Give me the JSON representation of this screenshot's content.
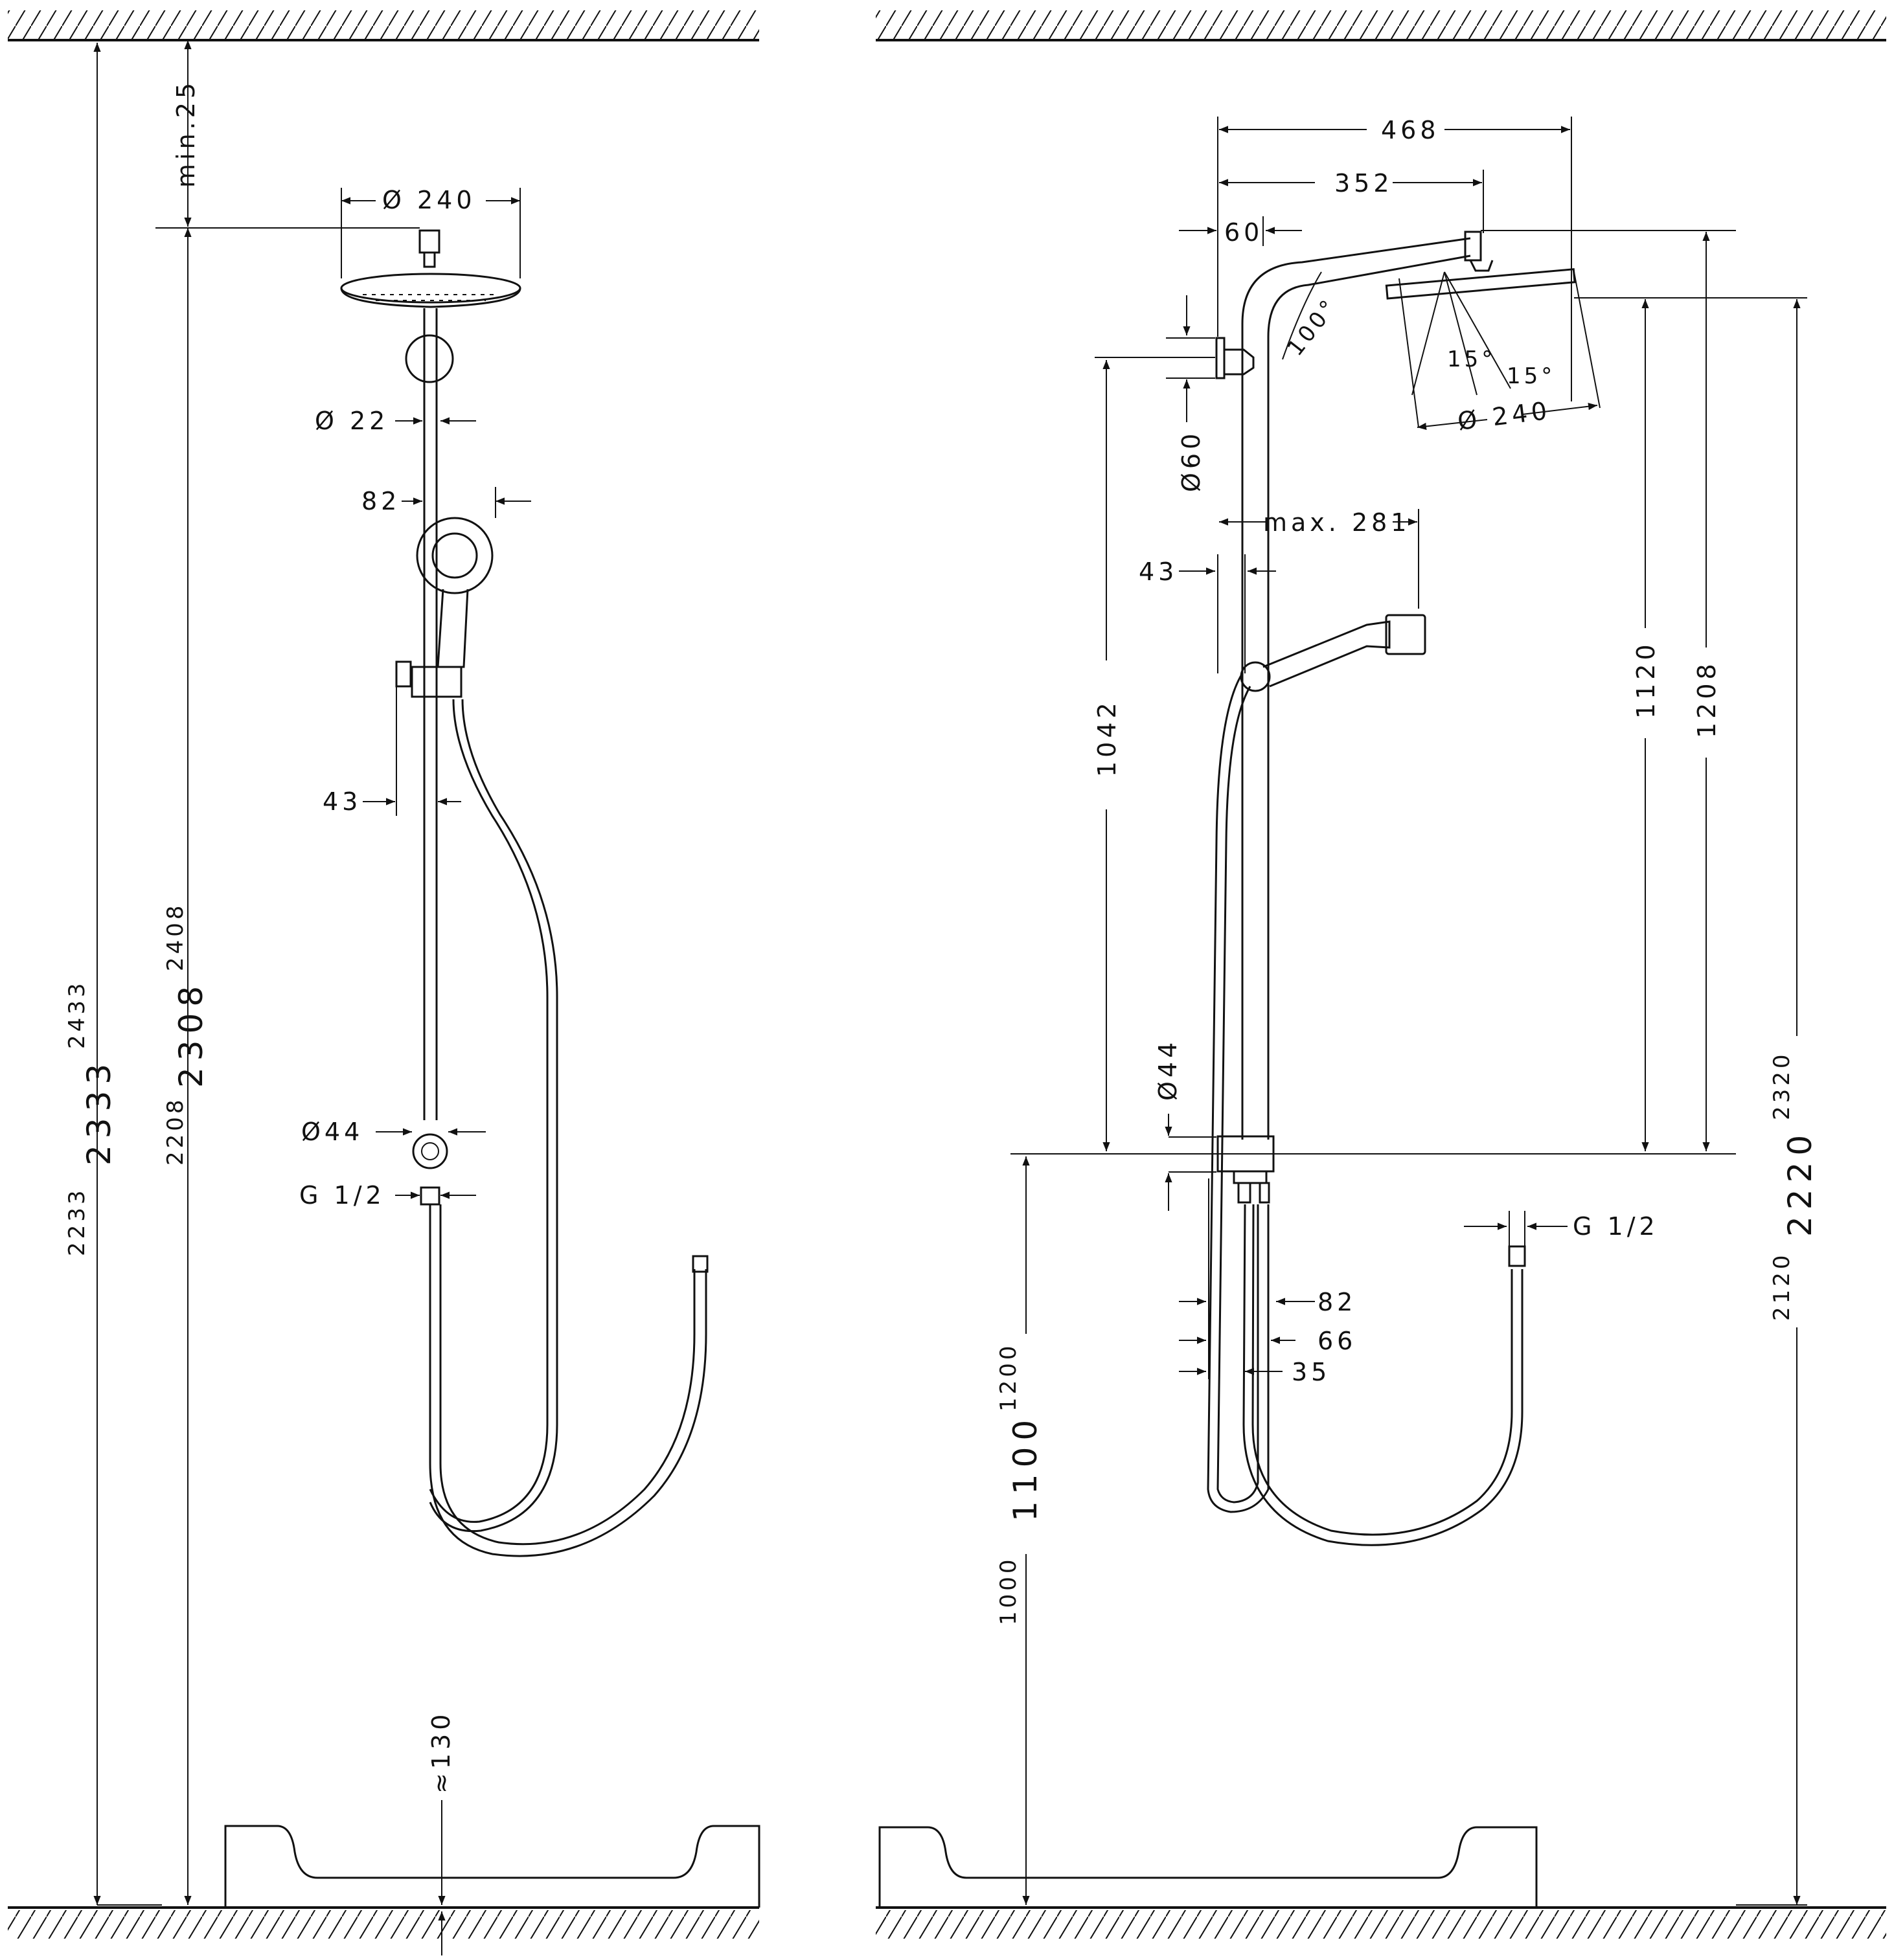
{
  "colors": {
    "line": "#111111",
    "background": "#ffffff"
  },
  "left_view": {
    "dim_min": "min.25",
    "dim_head_dia": "Ø 240",
    "dim_pipe_dia": "Ø 22",
    "dim_handshower": "82",
    "dim_slider": "43",
    "dim_outlet_dia": "Ø44",
    "dim_thread": "G 1/2",
    "dim_floor_gap": "≈130",
    "dim_h_min": "2233",
    "dim_h_nom": "2333",
    "dim_h_max": "2433",
    "dim_r_min": "2208",
    "dim_r_nom": "2308",
    "dim_r_max": "2408"
  },
  "right_view": {
    "dim_468": "468",
    "dim_352": "352",
    "dim_60": "60",
    "dim_angle_arm": "100°",
    "dim_tilt_a": "15°",
    "dim_tilt_b": "15°",
    "dim_head_dia": "Ø 240",
    "dim_wall_dia": "Ø60",
    "dim_max_reach": "max. 281",
    "dim_43": "43",
    "dim_1042": "1042",
    "dim_1120": "1120",
    "dim_1208": "1208",
    "dim_valve_dia": "Ø44",
    "dim_82": "82",
    "dim_66": "66",
    "dim_35": "35",
    "dim_thread": "G 1/2",
    "dim_v_min": "1000",
    "dim_v_nom": "1100",
    "dim_v_max": "1200",
    "dim_h_min": "2120",
    "dim_h_nom": "2220",
    "dim_h_max": "2320"
  }
}
